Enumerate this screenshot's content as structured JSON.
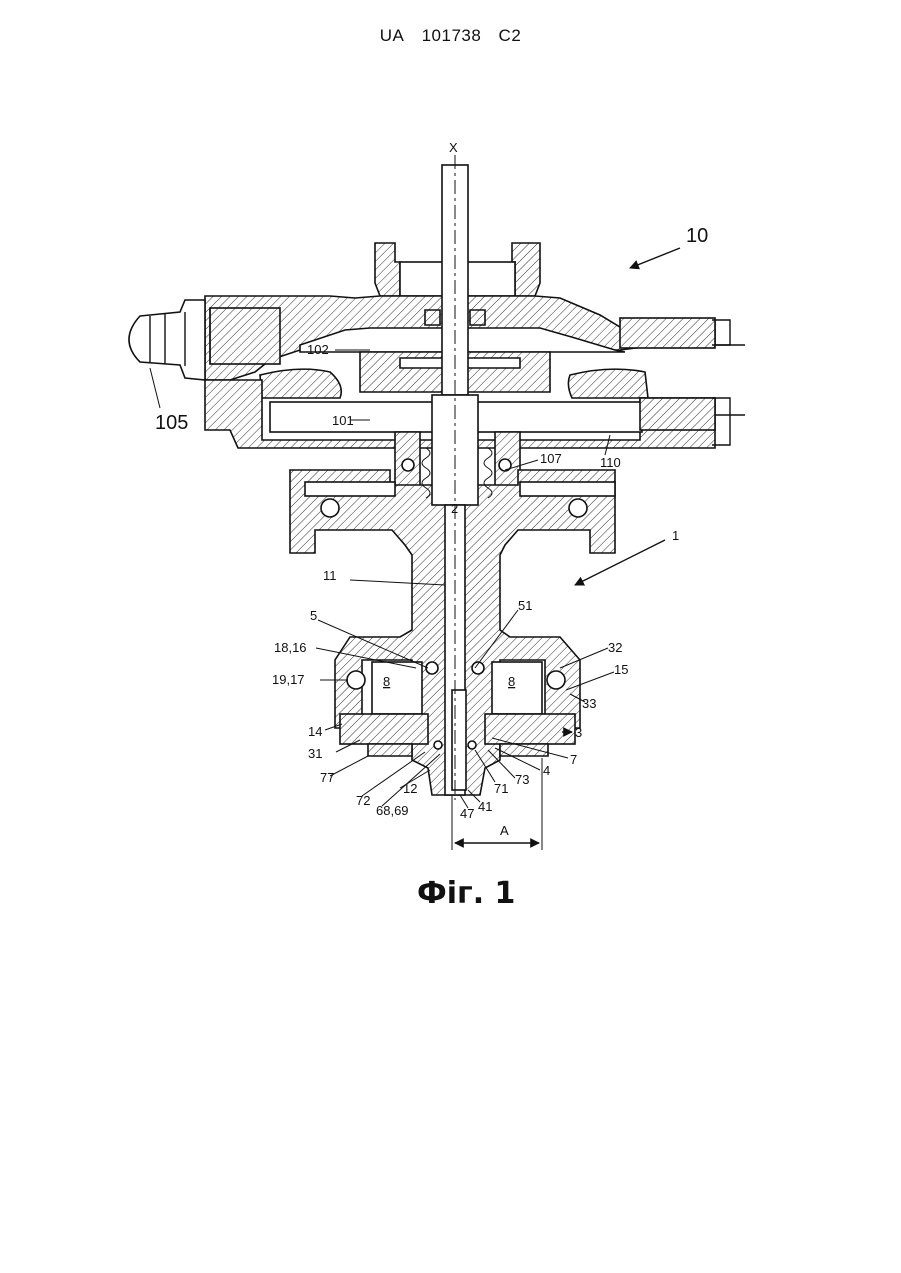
{
  "header": {
    "country": "UA",
    "number": "101738",
    "kind": "C2"
  },
  "figure": {
    "caption": "Фіг. 1",
    "axis_label": "X",
    "dimension_label": "A",
    "labels": [
      "10",
      "105",
      "102",
      "101",
      "107",
      "110",
      "2",
      "1",
      "11",
      "5",
      "51",
      "18,16",
      "32",
      "15",
      "19,17",
      "8",
      "8",
      "33",
      "14",
      "3",
      "31",
      "7",
      "77",
      "4",
      "73",
      "71",
      "72",
      "12",
      "68,69",
      "41",
      "47"
    ]
  }
}
